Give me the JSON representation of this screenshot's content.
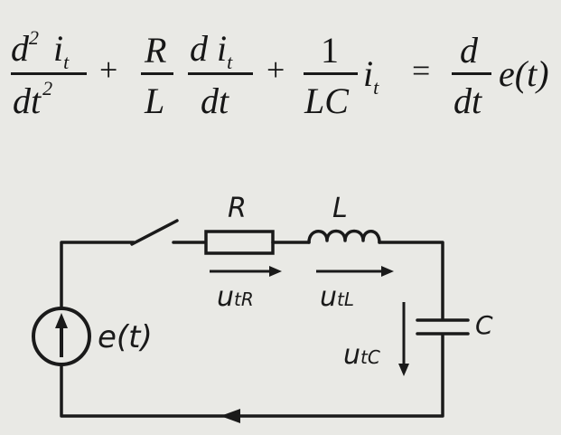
{
  "equation": {
    "term1_num_d": "d",
    "term1_num_exp": "2",
    "term1_num_i": "i",
    "term1_num_sub": "t",
    "term1_den": "dt",
    "term1_den_exp": "2",
    "plus1": "+",
    "coef1_num": "R",
    "coef1_den": "L",
    "term2_num": "d i",
    "term2_num_sub": "t",
    "term2_den": "dt",
    "plus2": "+",
    "coef2_num": "1",
    "coef2_den": "LC",
    "term3_i": "i",
    "term3_sub": "t",
    "equals": "=",
    "rhs_num": "d",
    "rhs_den": "dt",
    "rhs_func": "e(t)"
  },
  "circuit": {
    "resistor_label": "R",
    "inductor_label": "L",
    "capacitor_label": "C",
    "source_label": "e(t)",
    "u_tR_main": "u",
    "u_tR_sub": "tR",
    "u_tL_main": "u",
    "u_tL_sub": "tL",
    "u_tC_main": "u",
    "u_tC_sub": "tC"
  }
}
